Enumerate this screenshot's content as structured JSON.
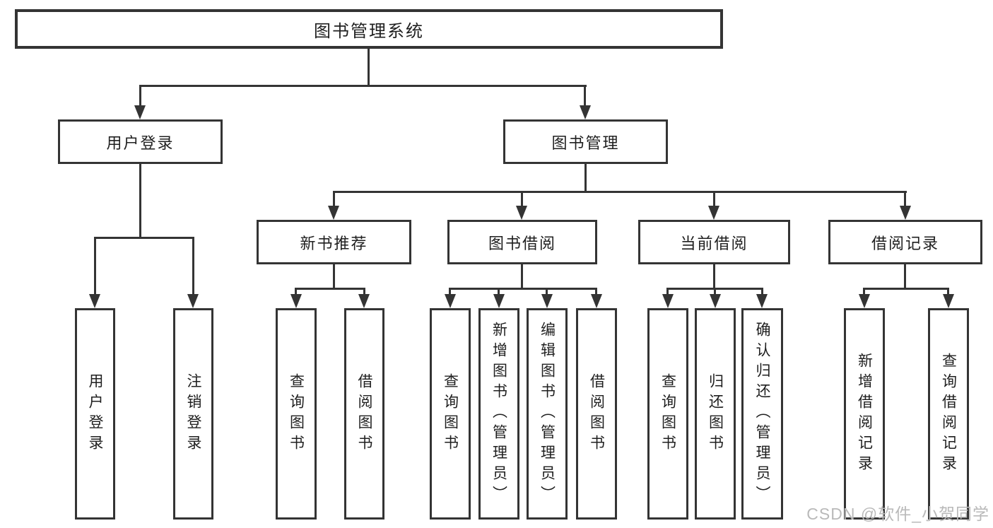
{
  "colors": {
    "line": "#343434",
    "text": "#1f1f1f",
    "background": "#ffffff",
    "watermark": "#b9b9b9"
  },
  "tree": {
    "root": {
      "label": "图书管理系统"
    },
    "branches": [
      {
        "label": "用户登录",
        "leaves": [
          {
            "label": "用户登录"
          },
          {
            "label": "注销登录"
          }
        ]
      },
      {
        "label": "图书管理",
        "groups": [
          {
            "label": "新书推荐",
            "leaves": [
              {
                "label": "查询图书"
              },
              {
                "label": "借阅图书"
              }
            ]
          },
          {
            "label": "图书借阅",
            "leaves": [
              {
                "label": "查询图书"
              },
              {
                "label": "新增图书（管理员）"
              },
              {
                "label": "编辑图书（管理员）"
              },
              {
                "label": "借阅图书"
              }
            ]
          },
          {
            "label": "当前借阅",
            "leaves": [
              {
                "label": "查询图书"
              },
              {
                "label": "归还图书"
              },
              {
                "label": "确认归还（管理员）"
              }
            ]
          },
          {
            "label": "借阅记录",
            "leaves": [
              {
                "label": "新增借阅记录"
              },
              {
                "label": "查询借阅记录"
              }
            ]
          }
        ]
      }
    ]
  },
  "watermark": {
    "text": "CSDN @软件_小贺同学"
  }
}
